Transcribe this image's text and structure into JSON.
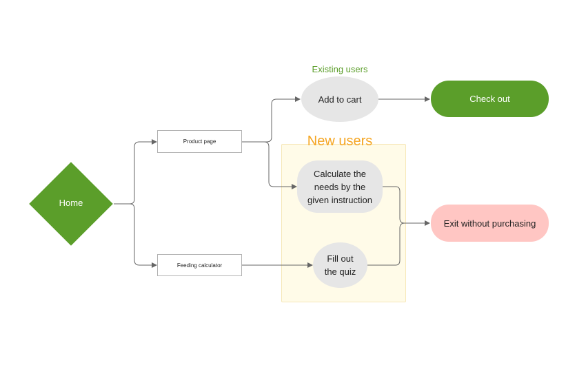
{
  "colors": {
    "green": "#5b9e2a",
    "pink": "#ffc6c3",
    "grey_node": "#e6e6e6",
    "orange_label": "#f5a623",
    "new_users_area": "#fffbe8"
  },
  "diagram": {
    "home": "Home",
    "product_page": "Product page",
    "feeding_calculator": "Feeding calculator",
    "existing_users_label": "Existing users",
    "new_users_label": "New users",
    "add_to_cart": "Add to cart",
    "check_out": "Check out",
    "calculate_needs": "Calculate the needs by the given instruction",
    "fill_quiz": "Fill out the quiz",
    "exit": "Exit without purchasing"
  }
}
